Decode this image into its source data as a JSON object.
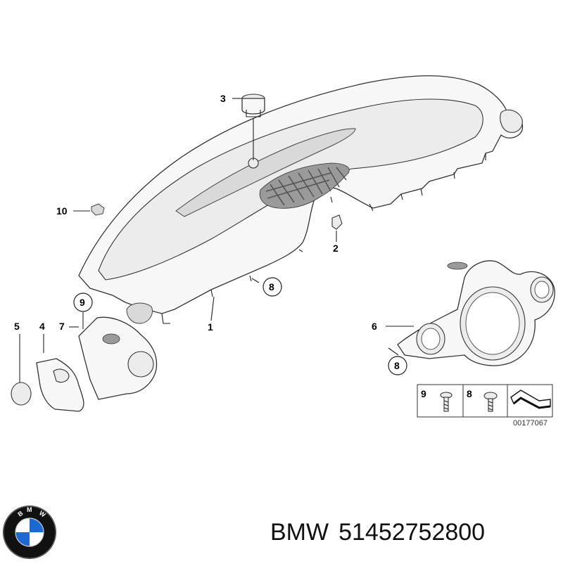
{
  "callouts": {
    "c1": "1",
    "c2": "2",
    "c3": "3",
    "c4": "4",
    "c5": "5",
    "c6": "6",
    "c7": "7",
    "c8a": "8",
    "c8b": "8",
    "c9": "9",
    "c10": "10"
  },
  "legend": {
    "item_a_num": "9",
    "item_b_num": "8",
    "ref_code": "00177067"
  },
  "footer": {
    "brand": "BMW",
    "part_number": "51452752800"
  },
  "logo": {
    "letters": "BMW",
    "colors": {
      "blue": "#1c69d4",
      "white": "#ffffff",
      "ring": "#111111"
    }
  }
}
